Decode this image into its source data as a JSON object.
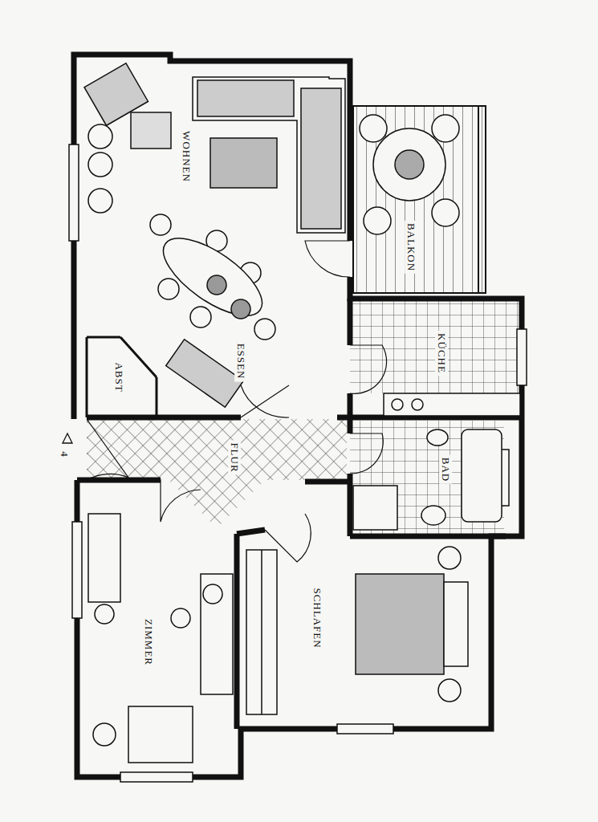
{
  "diagram": {
    "nodes": [
      {
        "text": [
          "WOHNEN",
          "ESSEN"
        ]
      },
      {
        "text": [
          "ABST"
        ]
      },
      {
        "text": [
          "BALKON"
        ]
      },
      {
        "text": [
          "KÜCHE"
        ]
      },
      {
        "text": [
          "FLUR"
        ]
      },
      {
        "text": [
          "BAD"
        ]
      },
      {
        "text": [
          "ZIMMER"
        ]
      },
      {
        "text": [
          "SCHLAFEN"
        ]
      }
    ],
    "labels": [
      "4"
    ]
  }
}
